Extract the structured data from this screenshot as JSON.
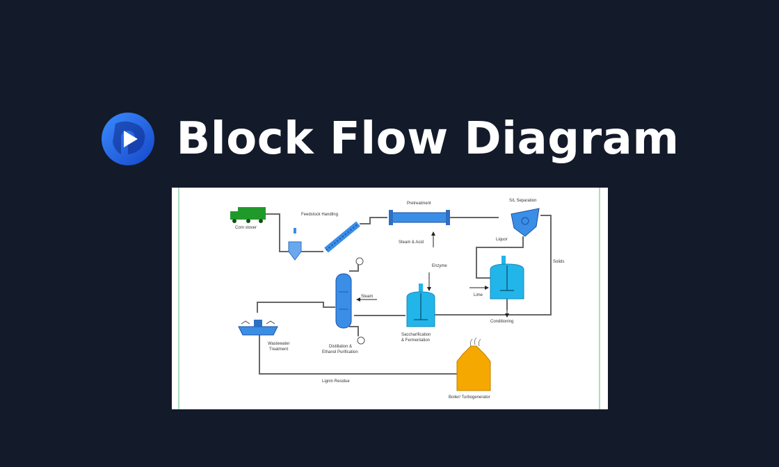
{
  "header": {
    "title": "Block Flow Diagram",
    "logo_icon": "play-logo-icon",
    "accent": "#1e6cf0"
  },
  "colors": {
    "background": "#131a2a",
    "card": "#ffffff",
    "blue": "#3a8ee6",
    "cyan": "#22b5ea",
    "orange": "#f5a800",
    "truck": "#1f9a2a",
    "border": "#8fd3a8"
  },
  "diagram": {
    "corn_stover": "Corn stover",
    "feedstock_handling": "Feedstock Handling",
    "pretreatment": "Pretreatment",
    "steam_acid": "Steam & Acid",
    "sl_separation": "S/L Separation",
    "liquor": "Liquor",
    "solids": "Solids",
    "lime": "Lime",
    "conditioning": "Conditioning",
    "enzyme": "Enzyme",
    "saccharification": "Saccharification",
    "fermentation": "& Fermentation",
    "steam": "Steam",
    "distillation": "Distillation &",
    "ethanol_purification": "Ethanol Purification",
    "wastewater": "Wastewater",
    "treatment": "Treatment",
    "lignin_residue": "Lignin Residue",
    "boiler": "Boiler/ Turbogenerator"
  }
}
